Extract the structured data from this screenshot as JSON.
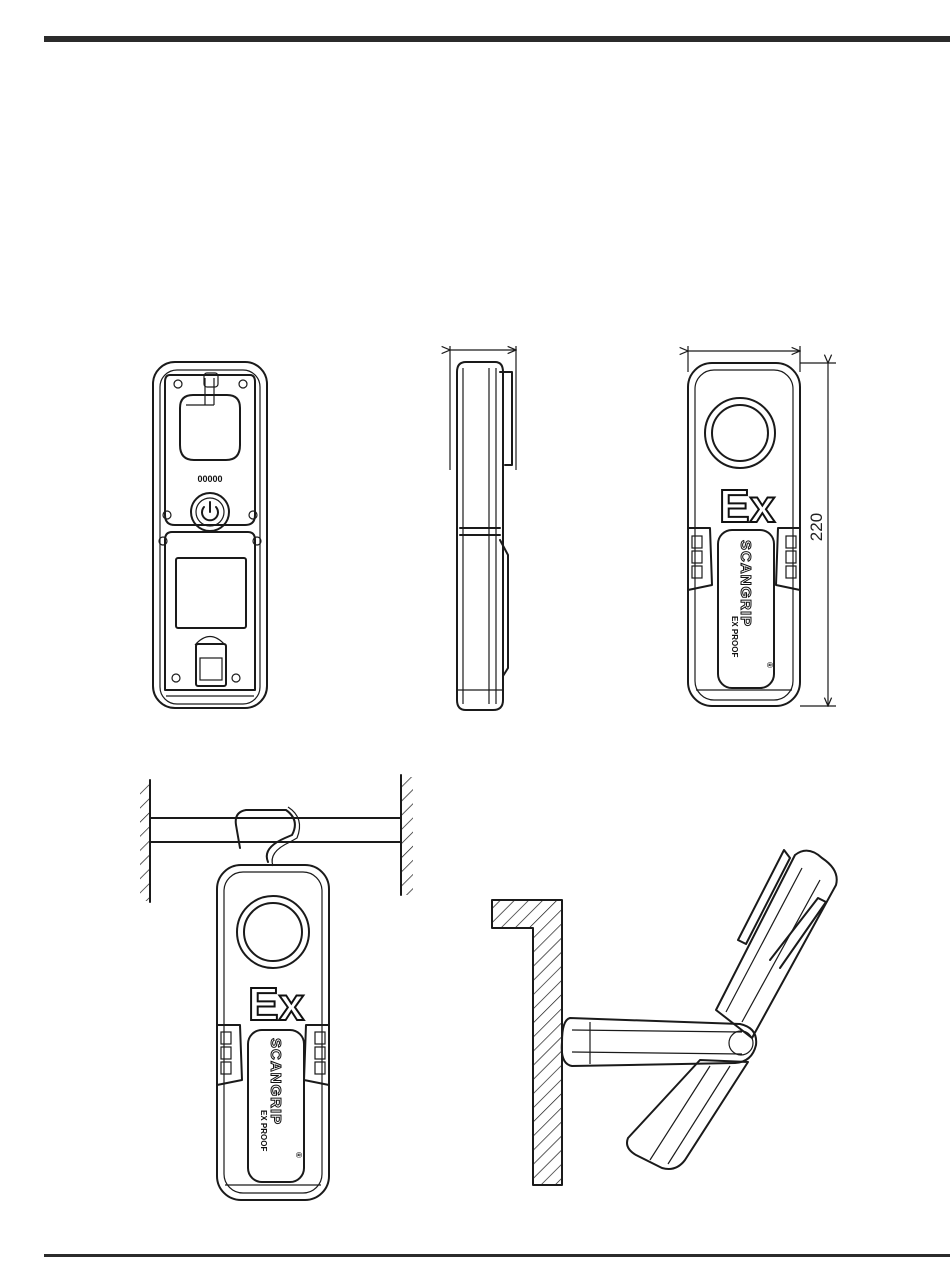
{
  "drawing": {
    "dimension_label": "220",
    "logo_mark": "Ex",
    "brand_name": "SCANGRIP",
    "brand_registered": "®",
    "product_line": "EX PROOF",
    "dots_label": "00000"
  }
}
